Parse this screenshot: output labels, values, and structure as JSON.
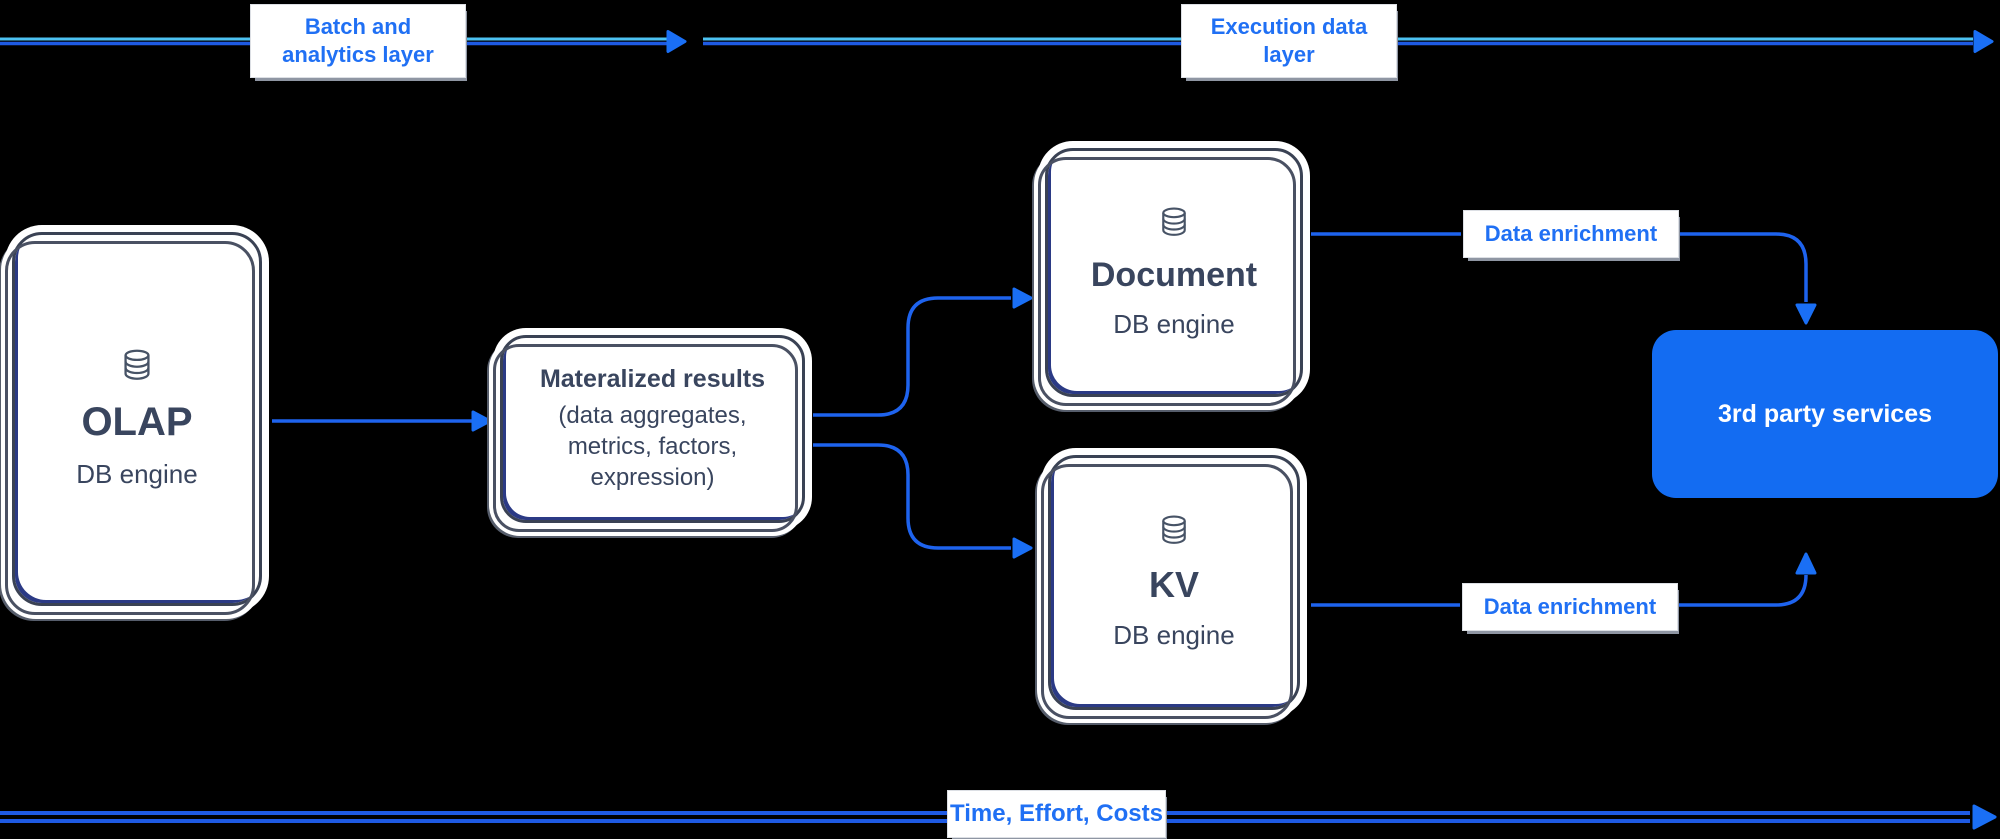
{
  "colors": {
    "background": "#000000",
    "flow_line_blue": "#1e5ae3",
    "flow_line_light": "#4cc2f1",
    "connector_blue": "#1e63ee",
    "arrowhead_blue": "#1a6ff5",
    "label_text_blue": "#2070f4",
    "card_text": "#39455e",
    "card_border": "#3a4254",
    "service_box_bg": "#136cf2",
    "service_box_text": "#ffffff"
  },
  "top_flow": {
    "left_label": {
      "line1": "Batch and",
      "line2": "analytics layer"
    },
    "right_label": {
      "line1": "Execution data",
      "line2": "layer"
    }
  },
  "cards": {
    "olap": {
      "title": "OLAP",
      "subtitle": "DB engine",
      "icon": "database-icon"
    },
    "materialized": {
      "title": "Materalized results",
      "body": [
        "(data aggregates,",
        "metrics, factors,",
        "expression)"
      ]
    },
    "document": {
      "title": "Document",
      "subtitle": "DB engine",
      "icon": "database-icon"
    },
    "kv": {
      "title": "KV",
      "subtitle": "DB engine",
      "icon": "database-icon"
    }
  },
  "annotations": {
    "enrichment_top": "Data enrichment",
    "enrichment_bottom": "Data enrichment"
  },
  "service": {
    "label": "3rd party services"
  },
  "bottom_flow": {
    "label": "Time, Effort, Costs"
  }
}
